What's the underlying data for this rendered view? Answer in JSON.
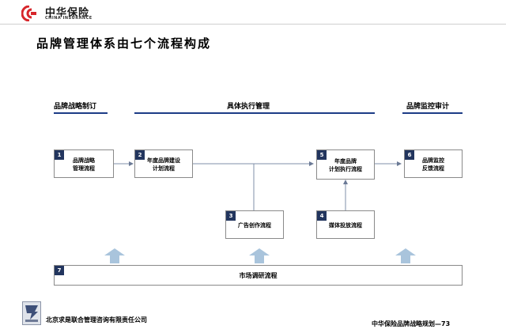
{
  "header": {
    "brand_cn": "中华保险",
    "brand_en": "CHINA INSURANCE",
    "logo_color": "#d7262b"
  },
  "title": "品牌管理体系由七个流程构成",
  "phases": {
    "left": "品牌战略制订",
    "middle": "具体执行管理",
    "right": "品牌监控审计"
  },
  "boxes": [
    {
      "num": "1",
      "line1": "品牌战略",
      "line2": "管理流程"
    },
    {
      "num": "2",
      "line1": "年度品牌建设",
      "line2": "计划流程"
    },
    {
      "num": "3",
      "line1": "广告创作流程",
      "line2": ""
    },
    {
      "num": "4",
      "line1": "媒体投放流程",
      "line2": ""
    },
    {
      "num": "5",
      "line1": "年度品牌",
      "line2": "计划执行流程"
    },
    {
      "num": "6",
      "line1": "品牌监控",
      "line2": "反馈流程"
    },
    {
      "num": "7",
      "line1": "市场调研流程",
      "line2": ""
    }
  ],
  "colors": {
    "accent": "#1c3c86",
    "number_badge": "#22355e",
    "up_arrow": "#a9c4dc",
    "connector": "#7f8fa8"
  },
  "footer": {
    "company": "北京求是联合管理咨询有限责任公司",
    "page": "中华保险品牌战略规划—73"
  }
}
